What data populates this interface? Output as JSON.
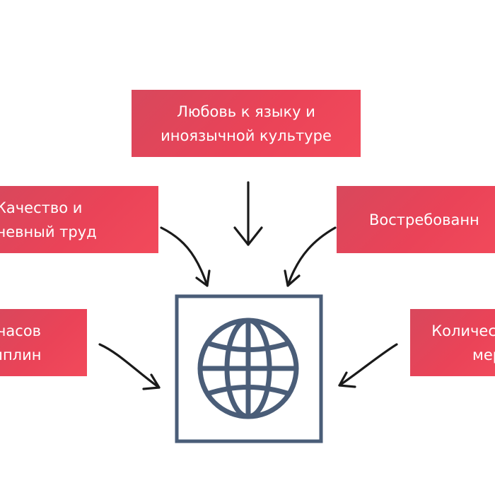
{
  "nodes": {
    "top": {
      "lines": [
        "Любовь к языку и",
        "иноязычной культуре"
      ]
    },
    "middle_left": {
      "lines": [
        "Качество и",
        "дневный труд"
      ]
    },
    "middle_right": {
      "lines": [
        "Востребованн"
      ]
    },
    "bottom_left": {
      "lines": [
        "часов",
        "циплин"
      ]
    },
    "bottom_right": {
      "lines": [
        "Количес",
        "мер"
      ]
    }
  },
  "center": {
    "icon": "globe-icon"
  },
  "colors": {
    "box_fill": "#e8455a",
    "box_text": "#ffffff",
    "arrow": "#1a1a1a",
    "globe": "#4a5d78",
    "background": "#ffffff"
  }
}
